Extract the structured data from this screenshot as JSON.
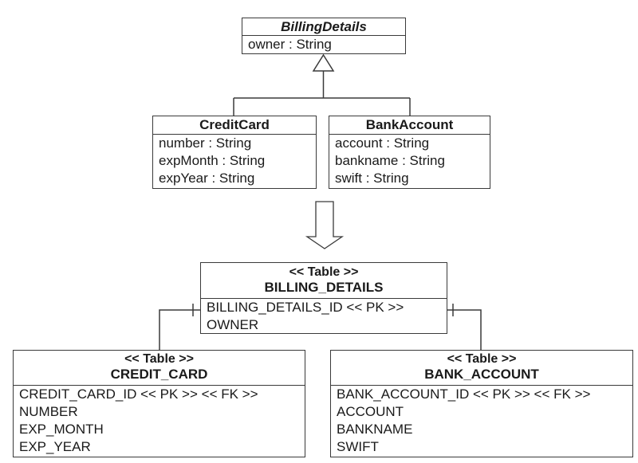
{
  "class_diagram": {
    "parent": {
      "name": "BillingDetails",
      "abstract": true,
      "attributes": [
        "owner : String"
      ]
    },
    "children": [
      {
        "name": "CreditCard",
        "attributes": [
          "number : String",
          "expMonth : String",
          "expYear : String"
        ]
      },
      {
        "name": "BankAccount",
        "attributes": [
          "account : String",
          "bankname : String",
          "swift : String"
        ]
      }
    ],
    "relationship": "generalization"
  },
  "transformation_arrow": "down-arrow",
  "table_diagram": {
    "parent": {
      "stereotype": "<< Table >>",
      "name": "BILLING_DETAILS",
      "columns": [
        "BILLING_DETAILS_ID << PK >>",
        "OWNER"
      ]
    },
    "children": [
      {
        "stereotype": "<< Table >>",
        "name": "CREDIT_CARD",
        "columns": [
          "CREDIT_CARD_ID << PK >> << FK >>",
          "NUMBER",
          "EXP_MONTH",
          "EXP_YEAR"
        ]
      },
      {
        "stereotype": "<< Table >>",
        "name": "BANK_ACCOUNT",
        "columns": [
          "BANK_ACCOUNT_ID << PK >> << FK >>",
          "ACCOUNT",
          "BANKNAME",
          "SWIFT"
        ]
      }
    ],
    "relationship": "one-to-one foreign key"
  }
}
